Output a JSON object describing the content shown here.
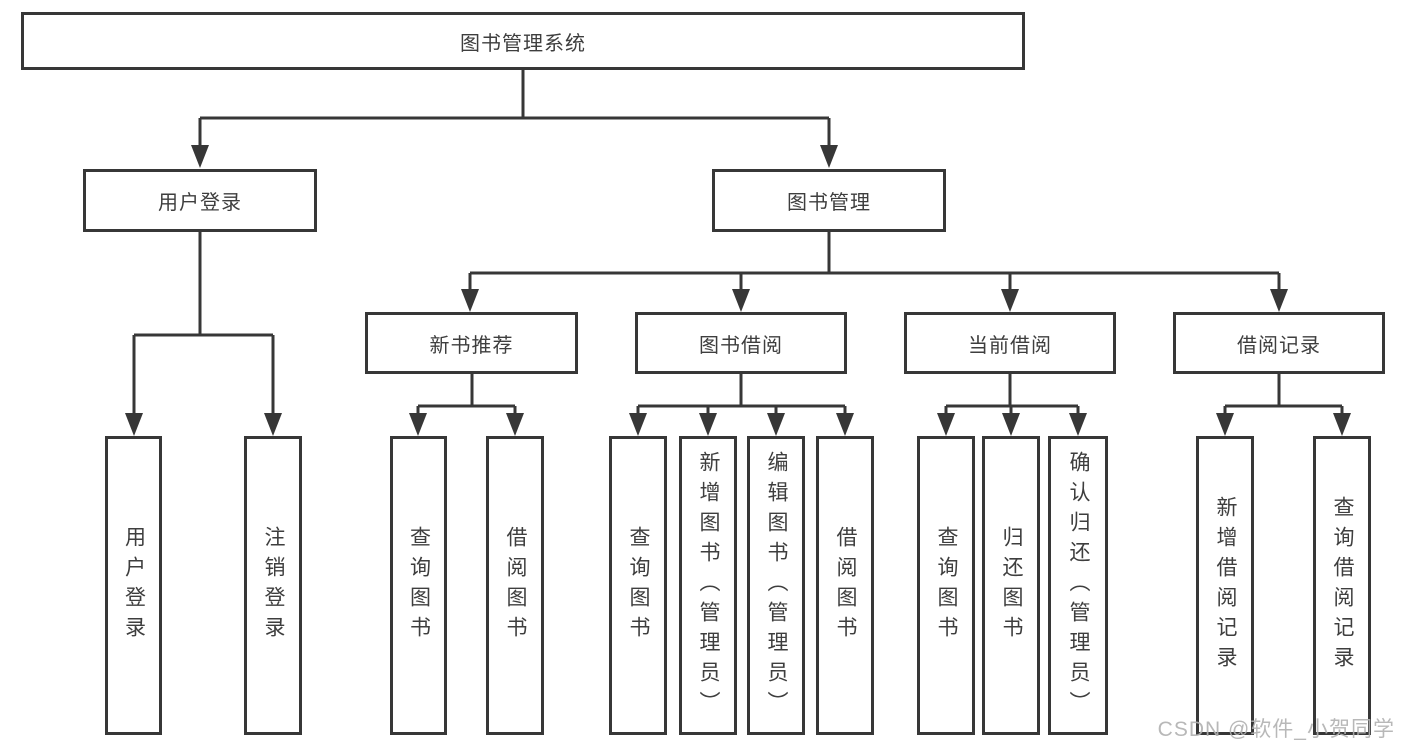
{
  "tree": {
    "root": {
      "label": "图书管理系统",
      "children": [
        {
          "label": "用户登录",
          "children": [
            {
              "label": "用户登录"
            },
            {
              "label": "注销登录"
            }
          ]
        },
        {
          "label": "图书管理",
          "children": [
            {
              "label": "新书推荐",
              "children": [
                {
                  "label": "查询图书"
                },
                {
                  "label": "借阅图书"
                }
              ]
            },
            {
              "label": "图书借阅",
              "children": [
                {
                  "label": "查询图书"
                },
                {
                  "label": "新增图书（管理员）"
                },
                {
                  "label": "编辑图书（管理员）"
                },
                {
                  "label": "借阅图书"
                }
              ]
            },
            {
              "label": "当前借阅",
              "children": [
                {
                  "label": "查询图书"
                },
                {
                  "label": "归还图书"
                },
                {
                  "label": "确认归还（管理员）"
                }
              ]
            },
            {
              "label": "借阅记录",
              "children": [
                {
                  "label": "新增借阅记录"
                },
                {
                  "label": "查询借阅记录"
                }
              ]
            }
          ]
        }
      ]
    }
  },
  "watermark": {
    "text": "CSDN @软件_小贺同学"
  },
  "colors": {
    "line": "#373737",
    "text": "#3e3e3e",
    "watermark": "#b0b0b0"
  }
}
